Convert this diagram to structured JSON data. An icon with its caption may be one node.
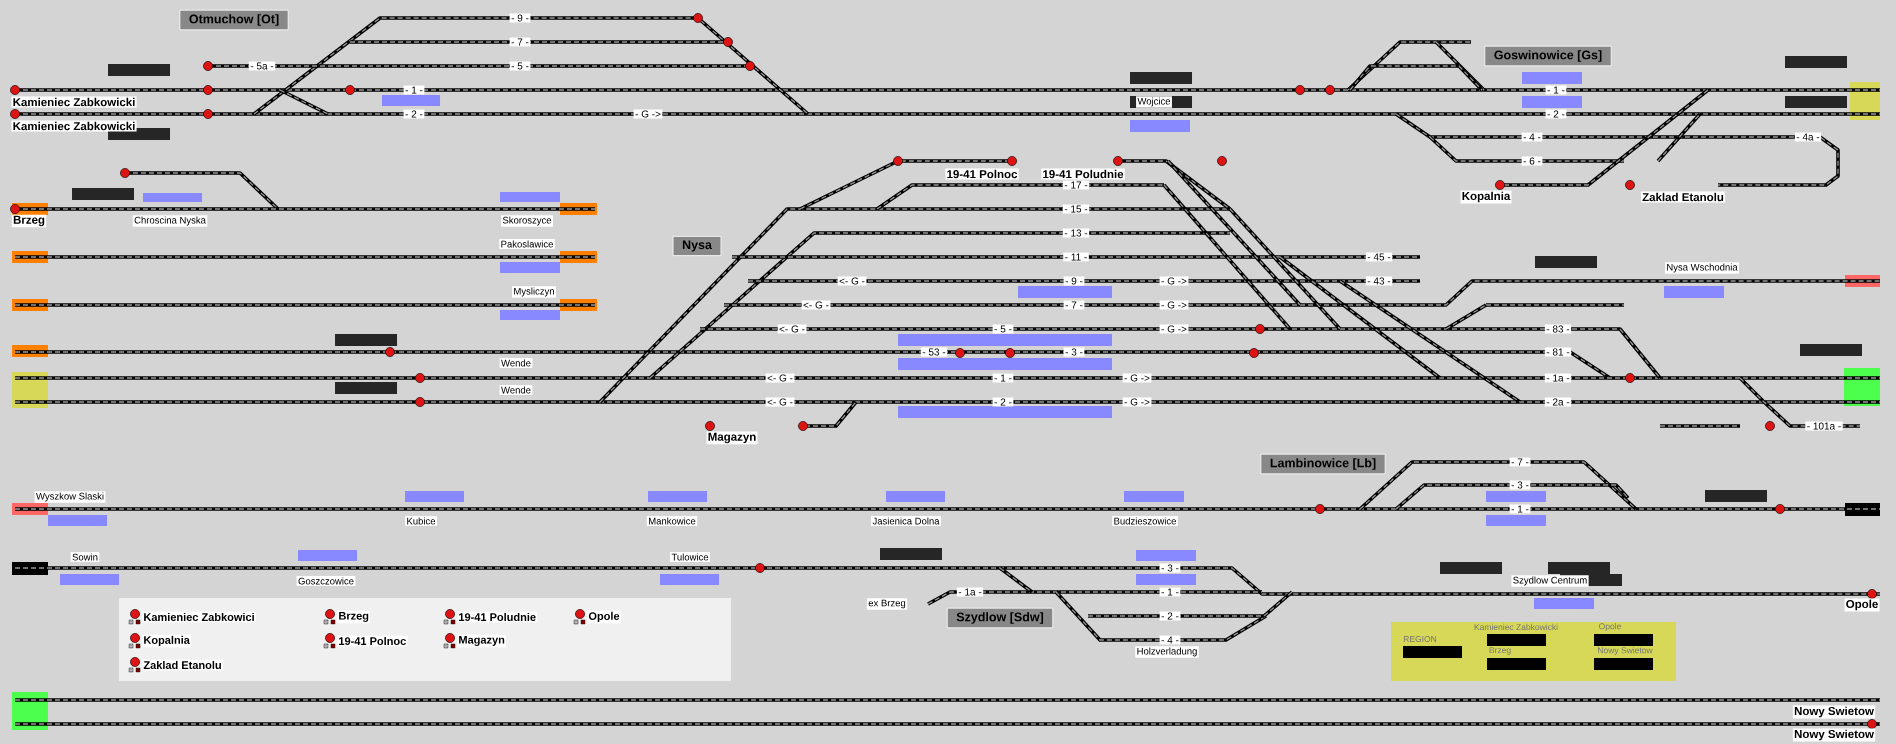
{
  "diagram": {
    "nodes": [
      {
        "text": [
          "Otmuchow [Ot]"
        ]
      },
      {
        "text": [
          "Goswinowice [Gs]"
        ]
      },
      {
        "text": [
          "Nysa"
        ]
      },
      {
        "text": [
          "Lambinowice [Lb]"
        ]
      },
      {
        "text": [
          "Szydlow [Sdw]"
        ]
      }
    ],
    "labels": [
      "Kamieniec Zabkowicki",
      "- 9 -",
      "- 7 -",
      "- 5a -",
      "- 5 -",
      "- 1 -",
      "Kamieniec Zabkowicki",
      "- 2 -",
      "- G ->",
      "Wojcice",
      "- 1 -",
      "- 2 -",
      "- 4 -",
      "- 4a -",
      "- 6 -",
      "19-41 Polnoc",
      "19-41 Poludnie",
      "- 17 -",
      "Kopalnia",
      "Zaklad Etanolu",
      "- 15 -",
      "Brzeg",
      "Chroscina Nyska",
      "Skoroszyce",
      "- 13 -",
      "Pakoslawice",
      "- 11 -",
      "- 45 -",
      "Nysa Wschodnia",
      "<- G -",
      "- 9 -",
      "- G ->",
      "- 43 -",
      "Mysliczyn",
      "<- G -",
      "- 7 -",
      "- G ->",
      "<- G -",
      "- 5 -",
      "- G ->",
      "- 83 -",
      "- 53 -",
      "- 3 -",
      "- 81 -",
      "Wende",
      "<- G -",
      "- 1 -",
      "- G ->",
      "- 1a -",
      "Wende",
      "<- G -",
      "- 2 -",
      "- G ->",
      "- 2a -",
      "- 101a -",
      "Magazyn",
      "- 7 -",
      "- 3 -",
      "Wyszkow Slaski",
      "- 1 -",
      "Kubice",
      "Mankowice",
      "Jasienica Dolna",
      "Budzieszowice",
      "Sowin",
      "Tulowice",
      "- 3 -",
      "Goszczowice",
      "Szydlow Centrum",
      "- 1a -",
      "- 1 -",
      "ex Brzeg",
      "Opole",
      "- 2 -",
      "- 4 -",
      "Holzverladung",
      "REGION",
      "Kamieniec Zabkowicki",
      "Opole",
      "Brzeg",
      "Nowy Swietow",
      "Nowy Swietow",
      "Nowy Swietow"
    ],
    "legend": [
      {
        "text": "Kamieniec Zabkowici"
      },
      {
        "text": "Kopalnia"
      },
      {
        "text": "Zaklad Etanolu"
      },
      {
        "text": "Brzeg"
      },
      {
        "text": "19-41 Polnoc"
      },
      {
        "text": "19-41 Poludnie"
      },
      {
        "text": "Magazyn"
      },
      {
        "text": "Opole"
      }
    ]
  }
}
